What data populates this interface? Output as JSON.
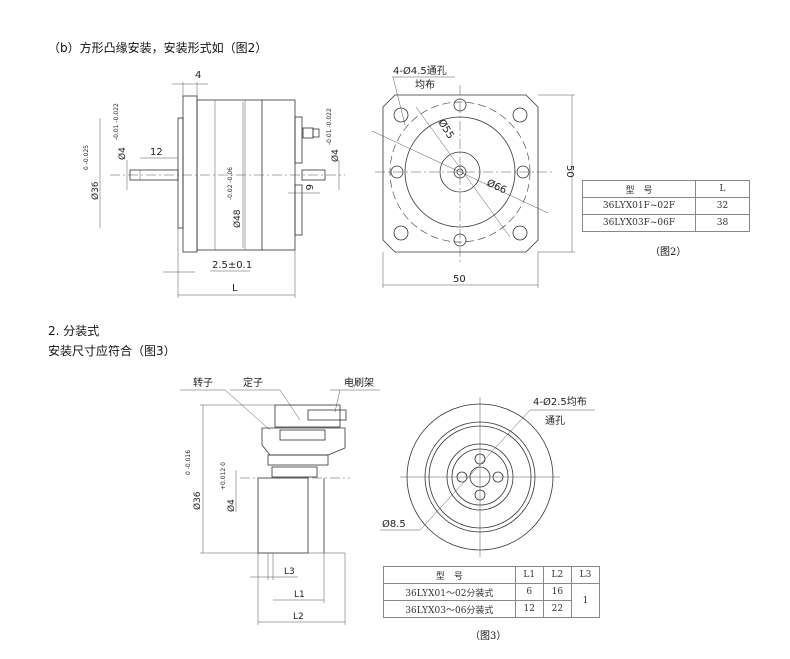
{
  "section_b_heading": "（b）方形凸缘安装，安装形式如（图2）",
  "section2_heading": "2.   分装式",
  "section2_subheading": "安装尺寸应符合（图3）",
  "fig2": {
    "side_view": {
      "dim_flange": "4",
      "dim_shaft_dia_left": "Ø4",
      "tol_shaft_left": "-0.01 -0.022",
      "dim_shaft_len": "12",
      "dim_body_dia": "Ø36",
      "tol_body_dia": "0 -0.025",
      "dim_dia48": "Ø48",
      "tol_dia48": "-0.02 -0.06",
      "dim_shaft_dia_right": "Ø4",
      "tol_shaft_right": "-0.01 -0.022",
      "dim_rear_shaft": "6",
      "dim_boss": "2.5±0.1",
      "dim_length": "L"
    },
    "front_view": {
      "hole_note": "4-Ø4.5通孔",
      "hole_note2": "均布",
      "dim_dia55": "Ø55",
      "dim_dia66": "Ø66",
      "dim_width": "50",
      "dim_height": "50"
    },
    "table": {
      "headers": [
        "型　号",
        "L"
      ],
      "rows": [
        [
          "36LYX01F~02F",
          "32"
        ],
        [
          "36LYX03F~06F",
          "38"
        ]
      ]
    },
    "caption": "（图2）"
  },
  "fig3": {
    "labels": {
      "rotor": "转子",
      "stator": "定子",
      "brush_holder": "电刷架"
    },
    "side_view": {
      "dim_dia36": "Ø36",
      "tol_dia36": "0 -0.016",
      "dim_dia4": "Ø4",
      "tol_dia4": "+0.012 0",
      "dim_L3": "L3",
      "dim_L1": "L1",
      "dim_L2": "L2"
    },
    "front_view": {
      "hole_note": "4-Ø2.5均布",
      "hole_note2": "通孔",
      "dim_dia": "Ø8.5"
    },
    "table": {
      "headers": [
        "型　号",
        "L1",
        "L2",
        "L3"
      ],
      "rows": [
        [
          "36LYX01～02分装式",
          "6",
          "16",
          "1"
        ],
        [
          "36LYX03～06分装式",
          "12",
          "22"
        ]
      ]
    },
    "caption": "（图3）"
  }
}
